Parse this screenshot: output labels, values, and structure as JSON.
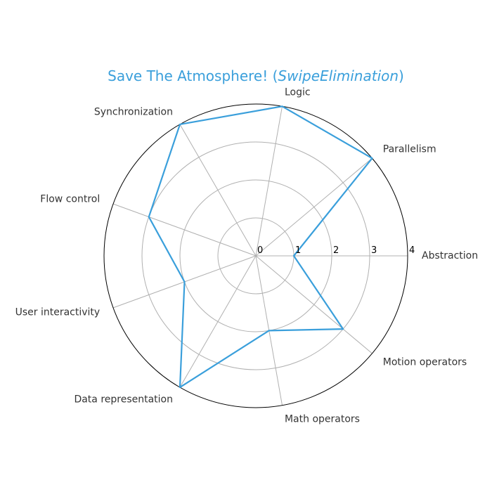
{
  "chart_data": {
    "type": "radar",
    "title": {
      "main": "Save The Atmosphere! (",
      "italic": "SwipeElimination",
      "end": ")"
    },
    "categories": [
      "Abstraction",
      "Parallelism",
      "Logic",
      "Synchronization",
      "Flow control",
      "User interactivity",
      "Data representation",
      "Math operators",
      "Motion operators"
    ],
    "values": [
      1,
      4,
      4,
      4,
      3,
      2,
      4,
      2,
      3
    ],
    "rlim": [
      0,
      4
    ],
    "rticks": [
      "0",
      "1",
      "2",
      "3",
      "4"
    ],
    "grid": true,
    "series_color": "#3a9fdb",
    "grid_color": "#b0b0b0",
    "title_color": "#3a9fdb"
  }
}
